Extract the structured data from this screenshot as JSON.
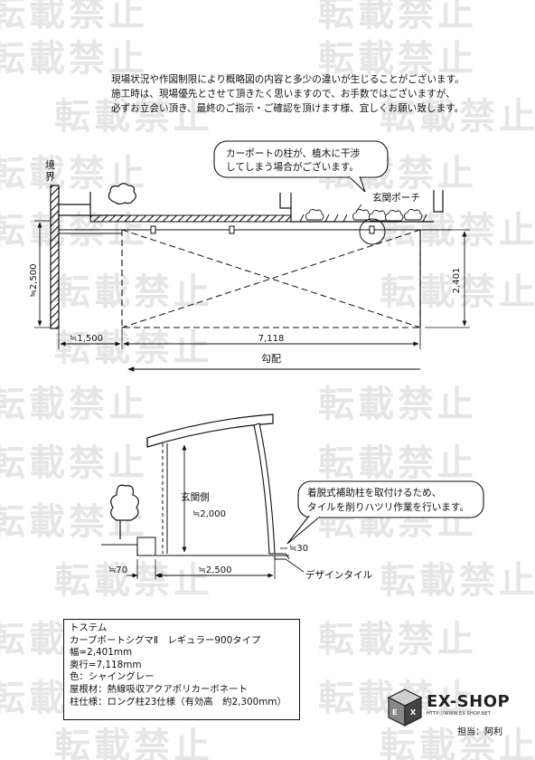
{
  "watermark": {
    "text": "転載禁止"
  },
  "notice": {
    "lines": [
      "現場状況や作図制限により概略図の内容と多少の違いが生じることがございます。",
      "施工時は、現場優先とさせて頂きたく思いますので、お手数ではございますが、",
      "必ずお立会い頂き、最終のご指示・ご確認を頂けます様、宜しくお願い致します。"
    ]
  },
  "plan": {
    "boundary_label": "境界",
    "callout": [
      "カーポートの柱が、植木に干渉",
      "してしまう場合がございます。"
    ],
    "porch_label": "玄関ポーチ",
    "dim_left_height": "≒2,500",
    "dim_right_height": "2,401",
    "dim_offset": "≒1,500",
    "dim_length": "7,118",
    "slope_label": "勾配"
  },
  "section": {
    "entrance_side_label": "玄関側",
    "height_label": "≒2,000",
    "callout": [
      "着脱式補助柱を取付けるため、",
      "タイルを削りハツリ作業を行います。"
    ],
    "dim_30": "≒30",
    "dim_70": "≒70",
    "dim_2500": "≒2,500",
    "tile_label": "デザインタイル"
  },
  "spec": {
    "lines": [
      "トステム",
      "カーブポートシグマⅡ　レギュラー900タイプ",
      "幅=2,401mm",
      "奥行=7,118mm",
      "色：シャイングレー",
      "屋根材：熱線吸収アクアポリカーボネート",
      "柱仕様：ロング柱23仕様（有効高　約2,300mm）"
    ]
  },
  "logo": {
    "name": "EX-SHOP",
    "url": "HTTP://WWW.EX-SHOP.NET",
    "staff": "担当：阿利"
  }
}
